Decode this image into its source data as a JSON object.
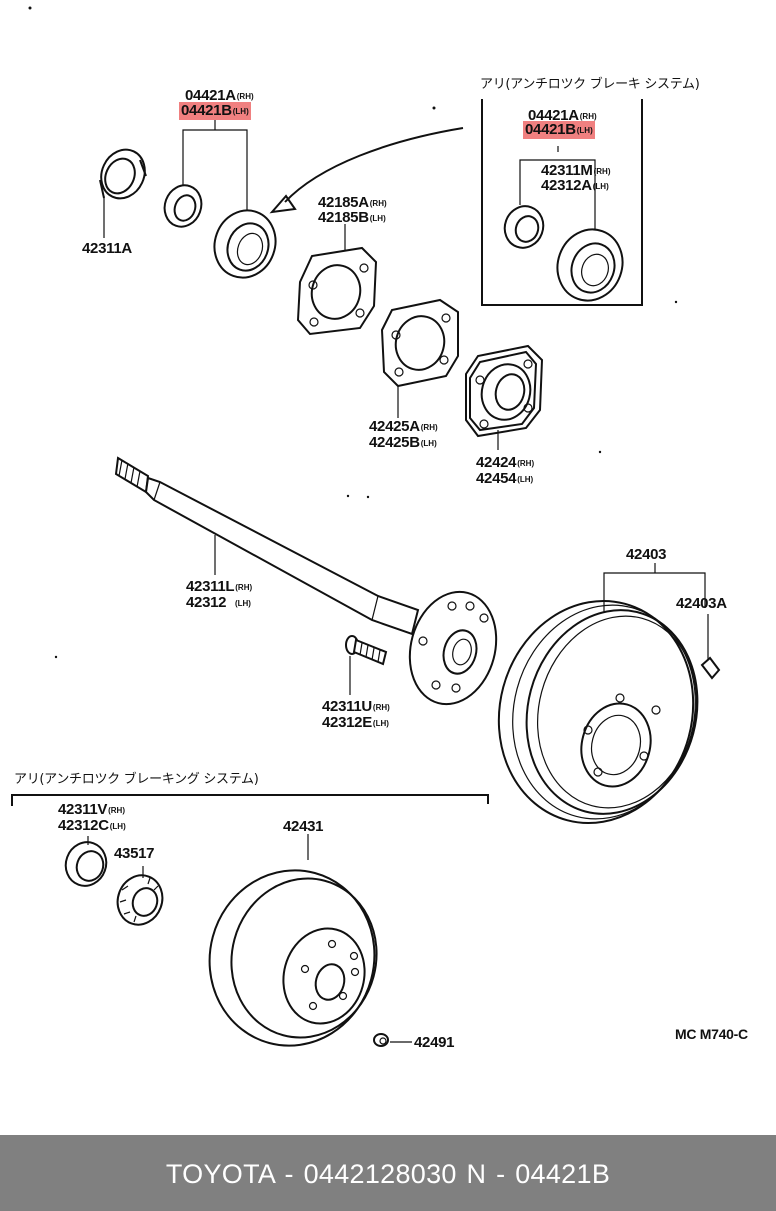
{
  "diagram": {
    "labels": {
      "top_bearing_a": "04421A",
      "top_bearing_b": "04421B",
      "oil_seal_outer": "42311A",
      "abs_box_title": "アリ(アンチロツク ブレーキ システム)",
      "abs_bearing_a": "04421A",
      "abs_bearing_b": "04421B",
      "abs_part_1": "42311M",
      "abs_part_2": "42312A",
      "gasket_1_a": "42185A",
      "gasket_1_b": "42185B",
      "gasket_2_a": "42425A",
      "gasket_2_b": "42425B",
      "retainer_a": "42424",
      "retainer_b": "42454",
      "shaft_a": "42311L",
      "shaft_b": "42312",
      "bolt_a": "42311U",
      "bolt_b": "42312E",
      "drum": "42403",
      "drum_plug": "42403A",
      "abs_bottom_title": "アリ(アンチロツク ブレーキング システム)",
      "abs_bottom_a": "42311V",
      "abs_bottom_b": "42312C",
      "rotor_sensor": "43517",
      "disc": "42431",
      "nut": "42491",
      "diagram_code": "MC M740-C"
    },
    "suffixes": {
      "rh": "(RH)",
      "lh": "(LH)"
    },
    "highlighted_part": "04421B",
    "highlight_color": "#f08080"
  },
  "footer": {
    "text": "TOYOTA - 0442128030     N - 04421B",
    "background": "#808080"
  }
}
